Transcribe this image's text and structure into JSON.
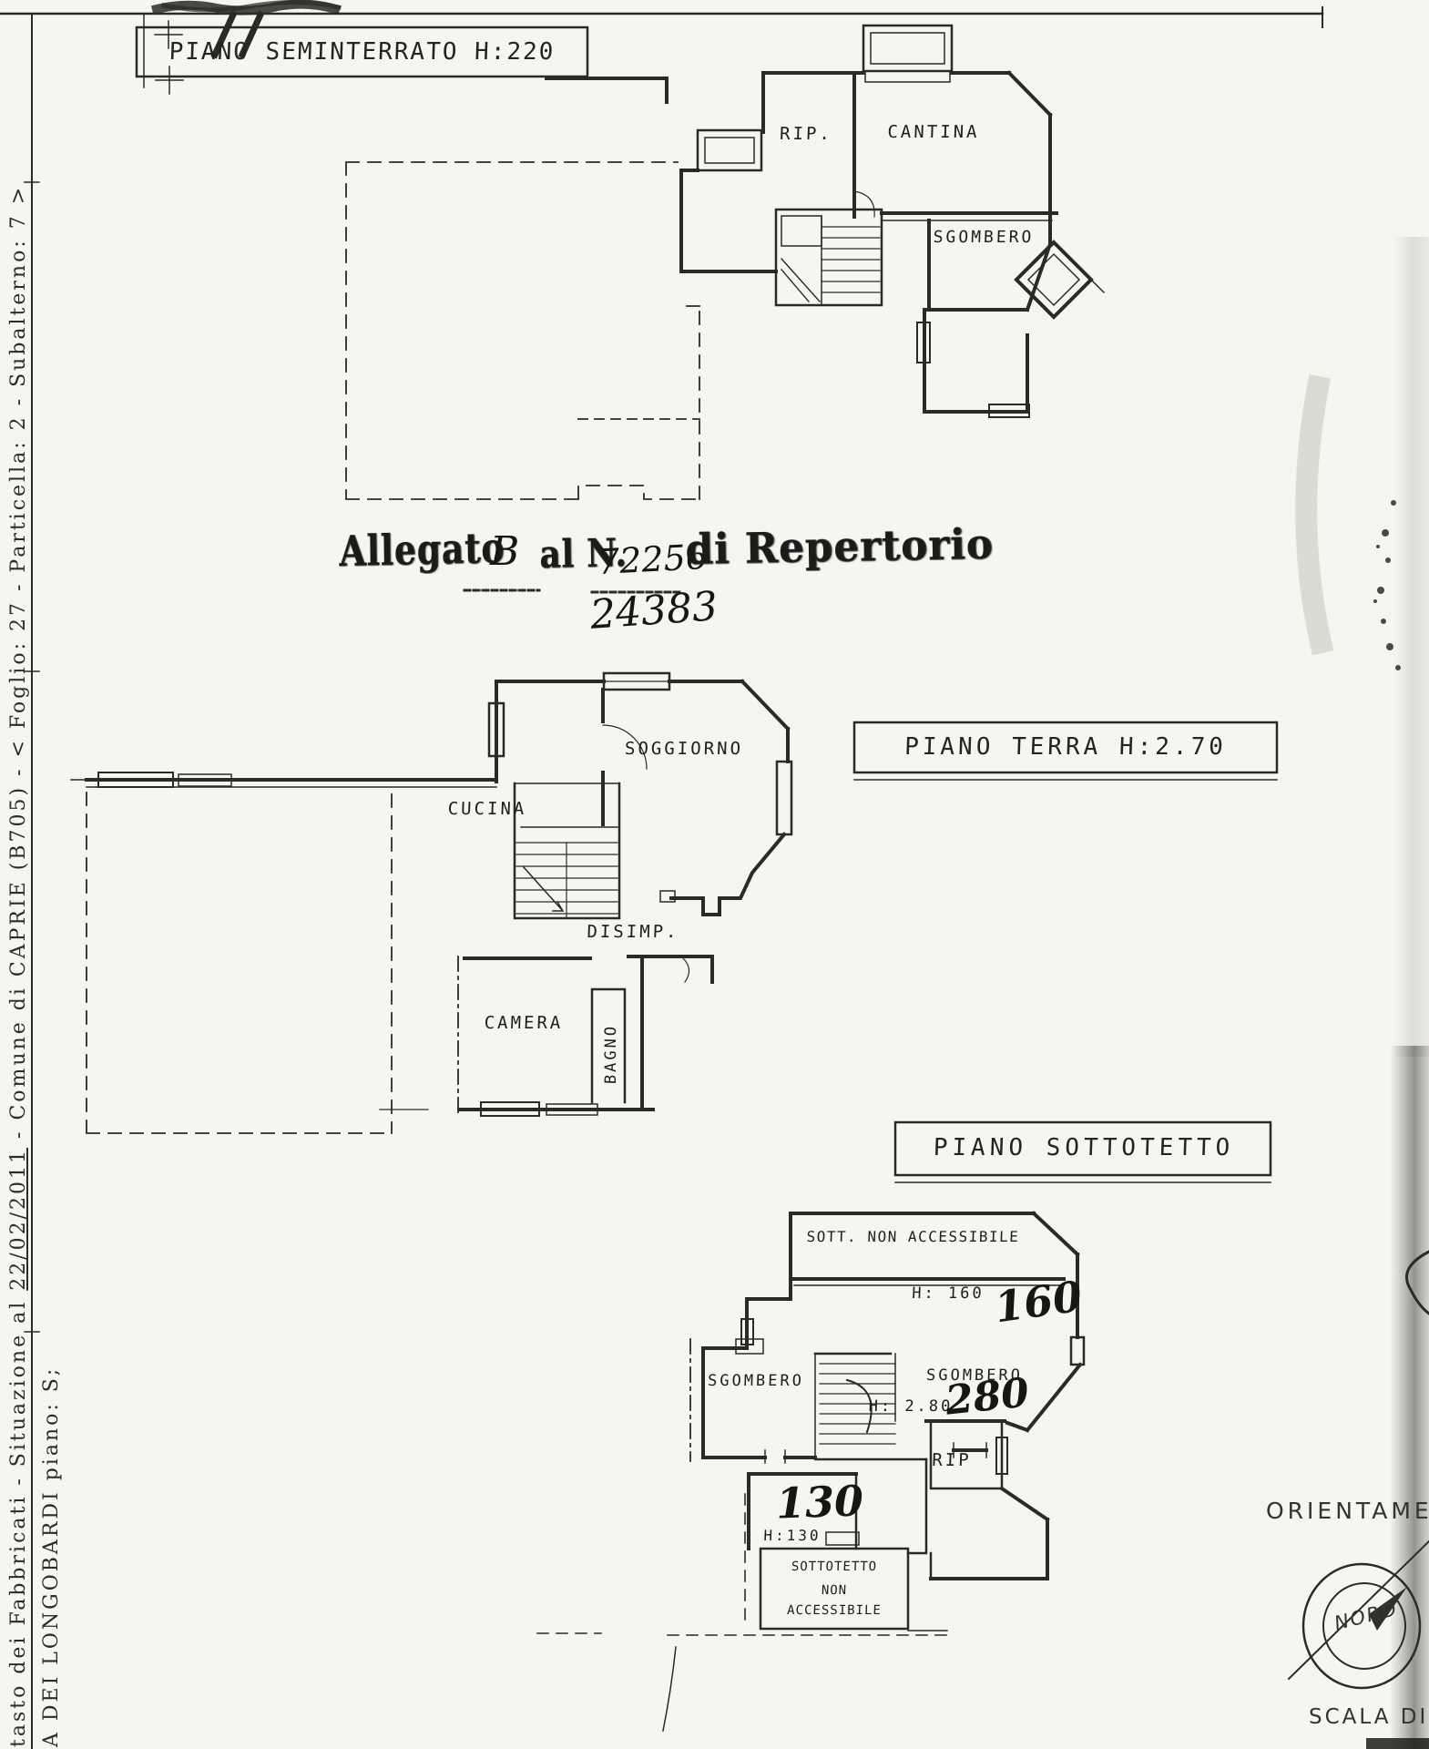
{
  "margin": {
    "registry_line_start": "tasto dei Fabbricati - Situazione al ",
    "registry_line_date": "22/02/2011",
    "registry_line_end": " - Comune di CAPRIE (B705) - < Foglio: 27 - Particella: 2 - Subalterno: 7 >",
    "address_line": "A DEI LONGOBARDI piano: S;"
  },
  "titles": {
    "seminterrato": "PIANO SEMINTERRATO H:220",
    "terra": "PIANO TERRA H:2.70",
    "sottotetto": "PIANO SOTTOTETTO"
  },
  "stamp": {
    "word1": "Allegato",
    "letter": "B",
    "word2": "al N.",
    "number": "72256",
    "word3": "di Repertorio",
    "number_below": "24383"
  },
  "seminterrato": {
    "rip": "RIP.",
    "cantina": "CANTINA",
    "sgombero": "SGOMBERO"
  },
  "terra": {
    "soggiorno": "SOGGIORNO",
    "cucina": "CUCINA",
    "disimp": "DISIMP.",
    "camera": "CAMERA",
    "bagno": "BAGNO"
  },
  "sottotetto": {
    "sott_non_accessibile": "SOTT. NON ACCESSIBILE",
    "h160": "H: 160",
    "h160_hand": "160",
    "sgombero_left": "SGOMBERO",
    "sgombero_right": "SGOMBERO",
    "h280": "H: 2.80",
    "h280_hand": "280",
    "rip": "RIP",
    "h130_hand": "130",
    "h130": "H:130",
    "box_line1": "SOTTOTETTO",
    "box_line2": "NON",
    "box_line3": "ACCESSIBILE"
  },
  "footer": {
    "orientation": "ORIENTAME",
    "north": "NORD",
    "scale": "SCALA DI"
  }
}
